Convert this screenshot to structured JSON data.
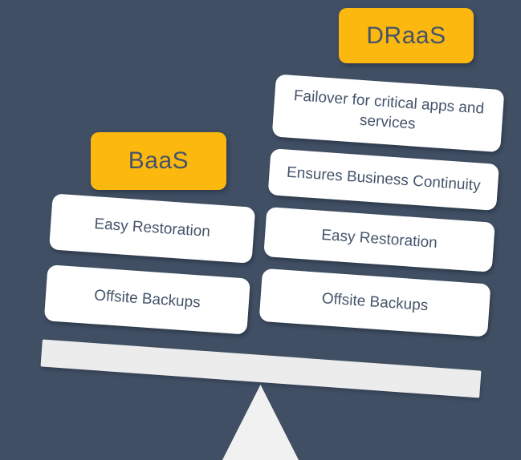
{
  "diagram": {
    "type": "balance-seesaw-comparison",
    "tilt_degrees": 4,
    "heavier_side": "right",
    "left_group": {
      "label": "BaaS",
      "items": [
        "Easy Restoration",
        "Offsite Backups"
      ]
    },
    "right_group": {
      "label": "DRaaS",
      "items": [
        "Failover for critical apps and services",
        "Ensures Business Continuity",
        "Easy Restoration",
        "Offsite Backups"
      ]
    },
    "colors": {
      "background": "#414F64",
      "label_background": "#FCB80F",
      "label_text": "#44546A",
      "card_background": "#FFFFFF",
      "card_text": "#44546A",
      "beam": "#ECECEC",
      "fulcrum": "#F1F1F1"
    }
  }
}
